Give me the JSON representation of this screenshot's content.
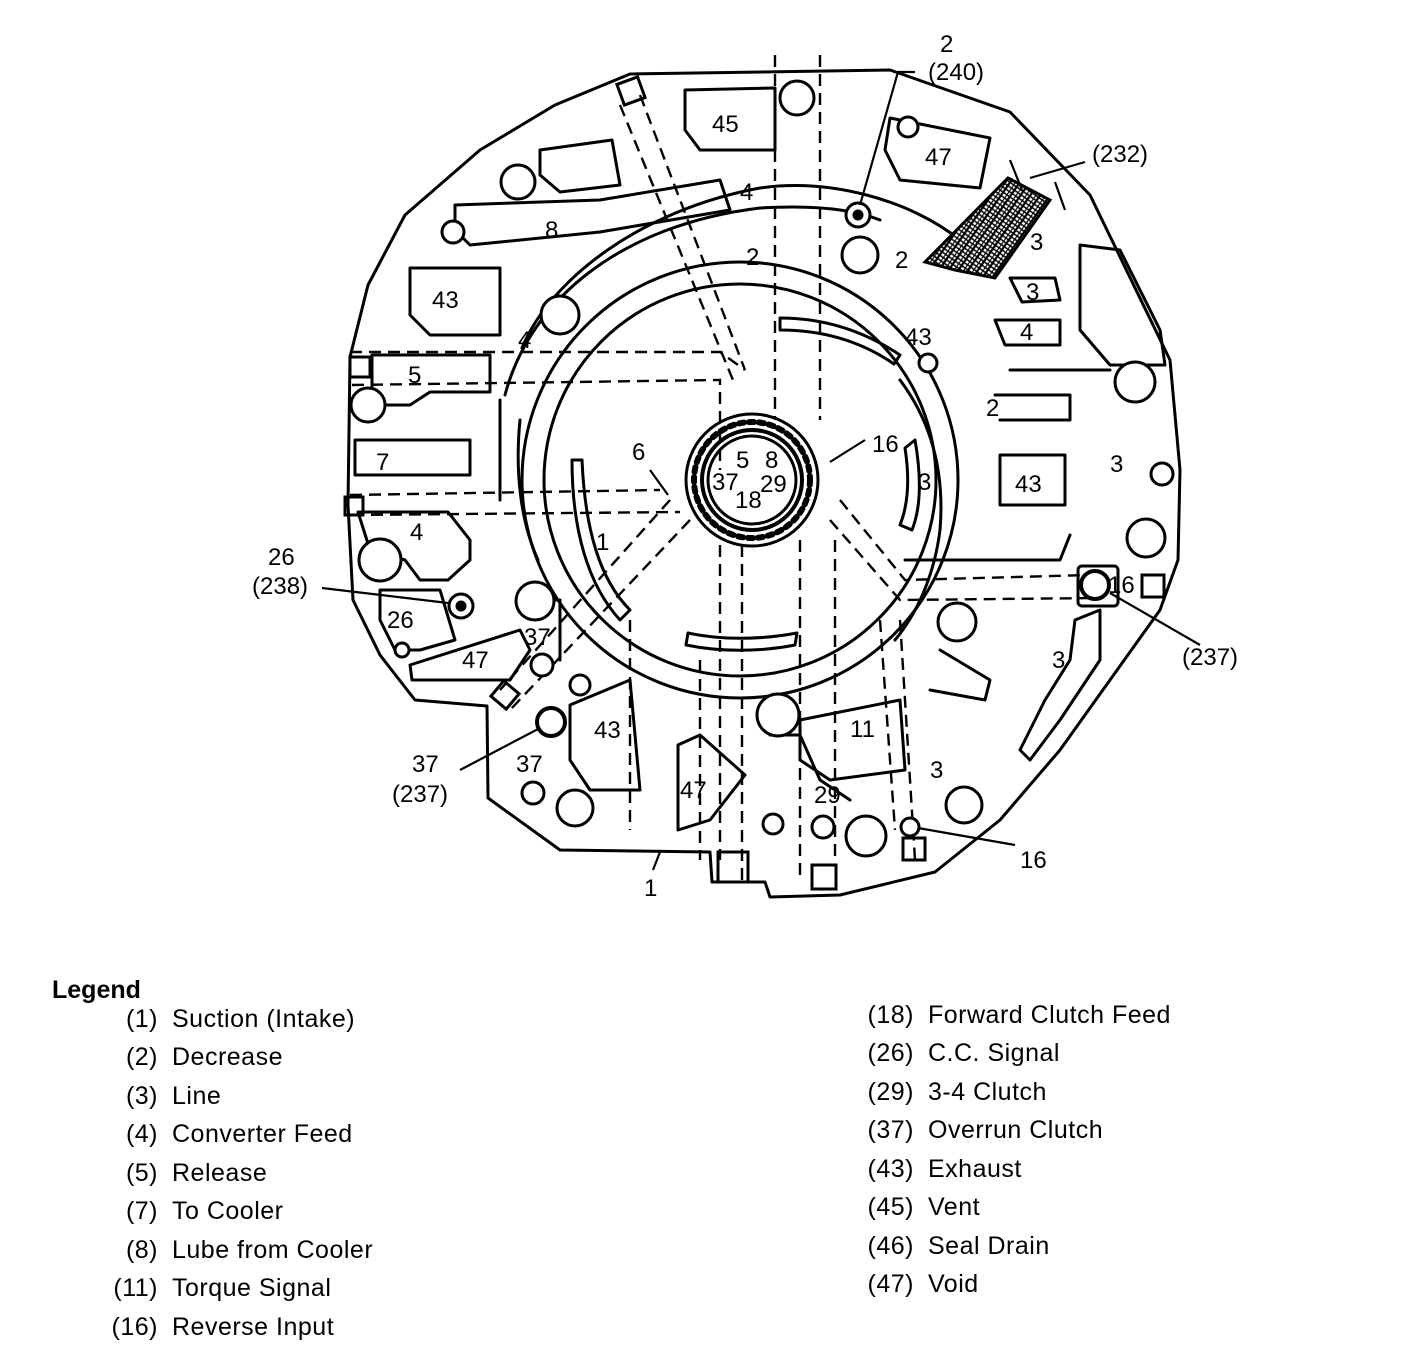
{
  "diagram": {
    "callouts": {
      "c2": "2",
      "c240": "(240)",
      "c232": "(232)",
      "c26": "26",
      "c238": "(238)",
      "c237_right": "(237)",
      "c37": "37",
      "c237_left": "(237)",
      "c16": "16",
      "c1": "1"
    },
    "regions": {
      "r45": "45",
      "r47_top": "47",
      "r8": "8",
      "r4_top": "4",
      "r2_a": "2",
      "r2_b": "2",
      "r3_a": "3",
      "r3_b": "3",
      "r4_b": "4",
      "r43_top": "43",
      "r43_a": "43",
      "r4_left": "4",
      "r5": "5",
      "r2_c": "2",
      "r7": "7",
      "r6": "6",
      "r16_hub": "16",
      "r5_hub": "5",
      "r8_hub": "8",
      "r37_hub": "37",
      "r29_hub": "29",
      "r18_hub": "18",
      "r3_c": "3",
      "r43_b": "43",
      "r3_d": "3",
      "r4_c": "4",
      "r1": "1",
      "r16_port": "16",
      "r26": "26",
      "r37_a": "37",
      "r47_left": "47",
      "r3_e": "3",
      "r43_c": "43",
      "r11": "11",
      "r37_b": "37",
      "r47_bottom": "47",
      "r29_b": "29",
      "r3_f": "3"
    }
  },
  "legend": {
    "title": "Legend",
    "left": [
      {
        "code": "(1)",
        "label": "Suction (Intake)"
      },
      {
        "code": "(2)",
        "label": "Decrease"
      },
      {
        "code": "(3)",
        "label": "Line"
      },
      {
        "code": "(4)",
        "label": "Converter Feed"
      },
      {
        "code": "(5)",
        "label": "Release"
      },
      {
        "code": "(7)",
        "label": "To Cooler"
      },
      {
        "code": "(8)",
        "label": "Lube from Cooler"
      },
      {
        "code": "(11)",
        "label": "Torque Signal"
      },
      {
        "code": "(16)",
        "label": "Reverse Input"
      }
    ],
    "right": [
      {
        "code": "(18)",
        "label": "Forward Clutch Feed"
      },
      {
        "code": "(26)",
        "label": "C.C. Signal"
      },
      {
        "code": "(29)",
        "label": "3-4 Clutch"
      },
      {
        "code": "(37)",
        "label": "Overrun Clutch"
      },
      {
        "code": "(43)",
        "label": "Exhaust"
      },
      {
        "code": "(45)",
        "label": "Vent"
      },
      {
        "code": "(46)",
        "label": "Seal Drain"
      },
      {
        "code": "(47)",
        "label": "Void"
      }
    ]
  }
}
